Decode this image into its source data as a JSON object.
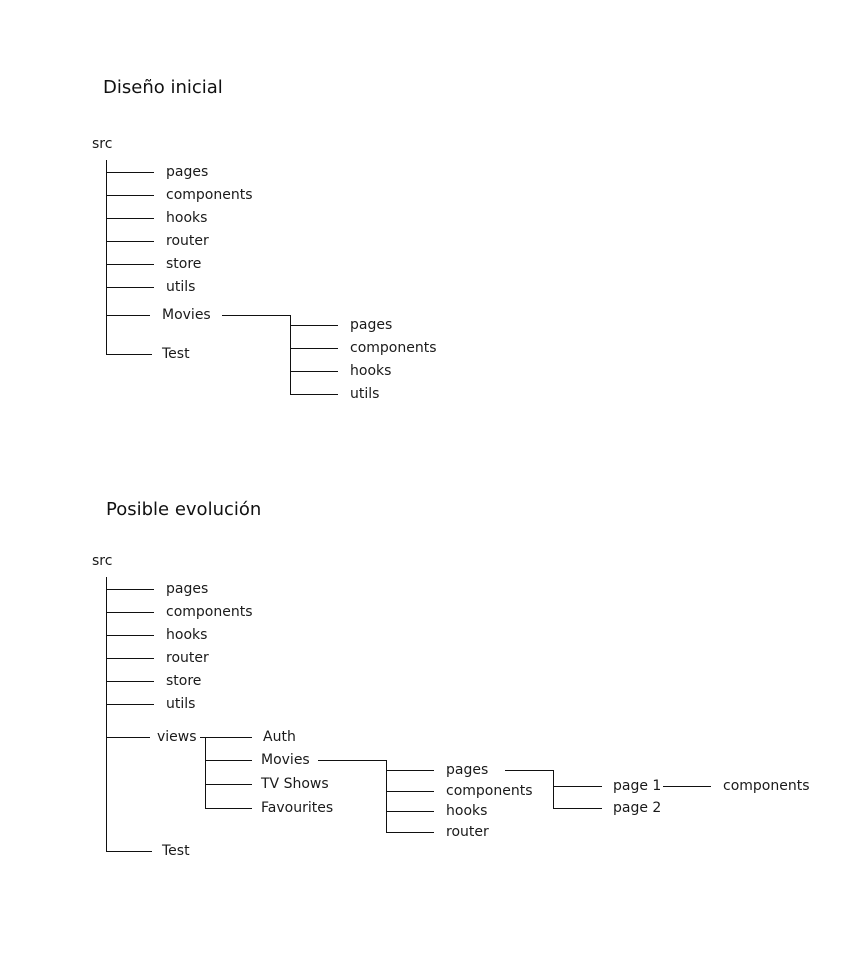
{
  "colors": {
    "line": "#111111",
    "text": "#1a1a1a",
    "background": "#ffffff"
  },
  "initial": {
    "title": "Diseño inicial",
    "root": "src",
    "items": [
      "pages",
      "components",
      "hooks",
      "router",
      "store",
      "utils"
    ],
    "movies": "Movies",
    "movies_children": [
      "pages",
      "components",
      "hooks",
      "utils"
    ],
    "test": "Test"
  },
  "evolution": {
    "title": "Posible evolución",
    "root": "src",
    "items": [
      "pages",
      "components",
      "hooks",
      "router",
      "store",
      "utils"
    ],
    "views": "views",
    "views_children": [
      "Auth",
      "Movies",
      "TV Shows",
      "Favourites"
    ],
    "movies_children": [
      "pages",
      "components",
      "hooks",
      "router"
    ],
    "pages_children": [
      "page 1",
      "page 2"
    ],
    "page1_child": "components",
    "test": "Test"
  }
}
